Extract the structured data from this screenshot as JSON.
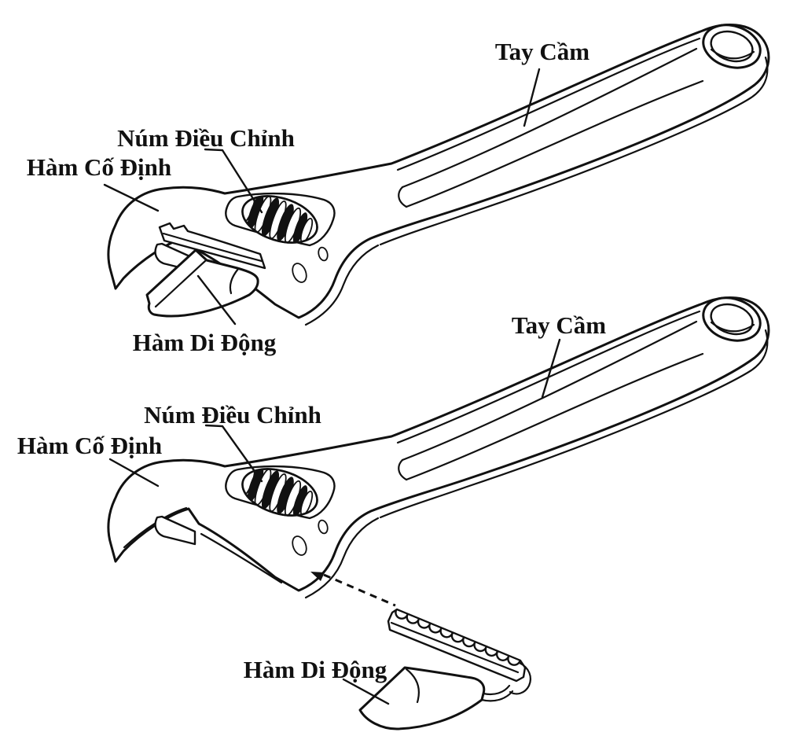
{
  "diagram": {
    "background_color": "#ffffff",
    "line_color": "#111111",
    "views": [
      {
        "name": "wrench-assembled",
        "labels": {
          "handle": "Tay Cầm",
          "adjusting_knob": "Núm Điều Chỉnh",
          "fixed_jaw": "Hàm Cố Định",
          "movable_jaw": "Hàm Di Động"
        }
      },
      {
        "name": "wrench-exploded",
        "labels": {
          "handle": "Tay Cầm",
          "adjusting_knob": "Núm Điều Chỉnh",
          "fixed_jaw": "Hàm Cố Định",
          "movable_jaw": "Hàm Di Động"
        }
      }
    ]
  }
}
